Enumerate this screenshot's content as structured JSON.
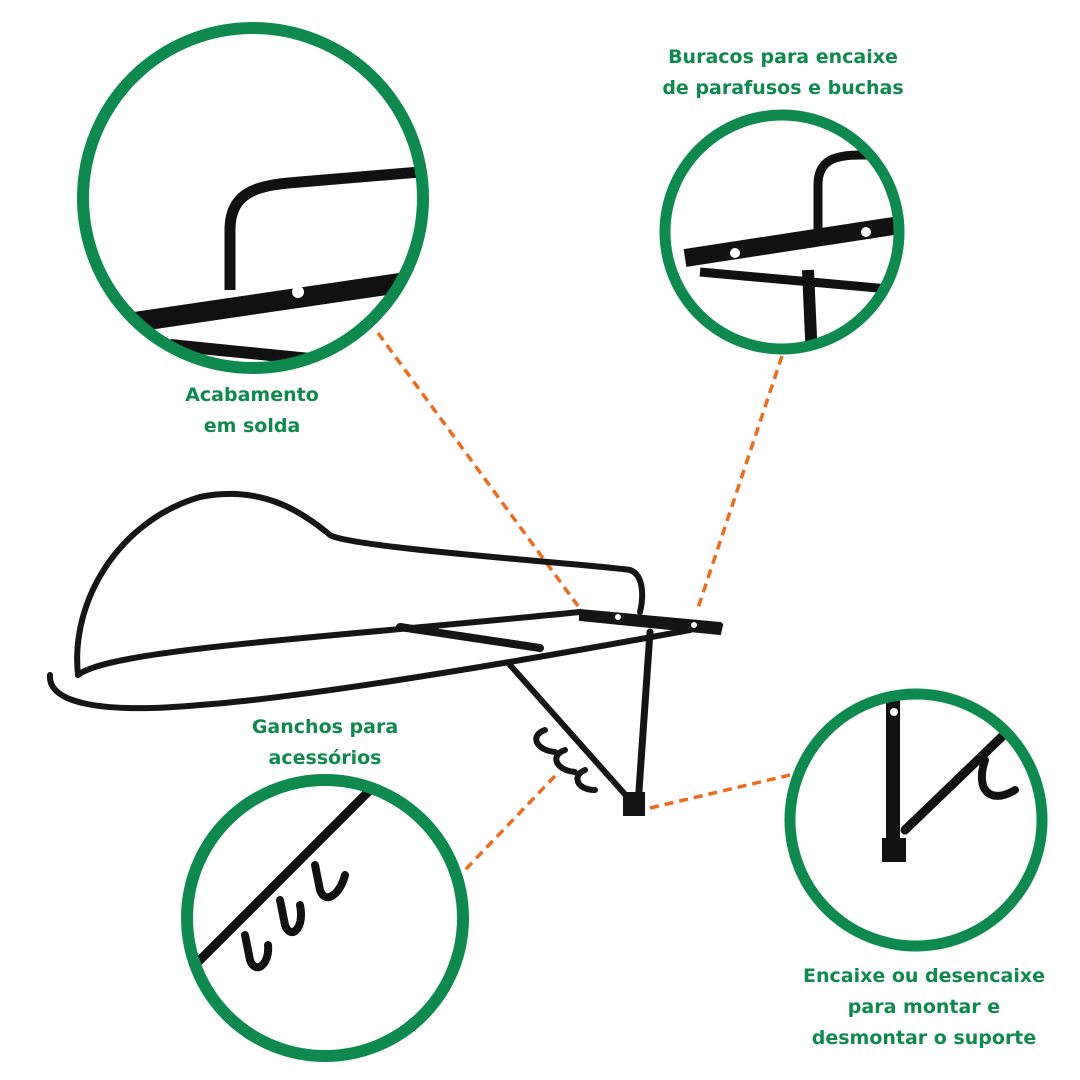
{
  "colors": {
    "accent_green": "#0f8a4f",
    "leader_orange": "#ec6c1c",
    "metal": "#151515"
  },
  "callouts": [
    {
      "id": "welding",
      "lines": [
        "Acabamento",
        "em solda"
      ]
    },
    {
      "id": "holes",
      "lines": [
        "Buracos para encaixe",
        "de parafusos e buchas"
      ]
    },
    {
      "id": "hooks",
      "lines": [
        "Ganchos para",
        "acessórios"
      ]
    },
    {
      "id": "fitting",
      "lines": [
        "Encaixe ou desencaixe",
        "para montar e",
        "desmontar o suporte"
      ]
    }
  ]
}
